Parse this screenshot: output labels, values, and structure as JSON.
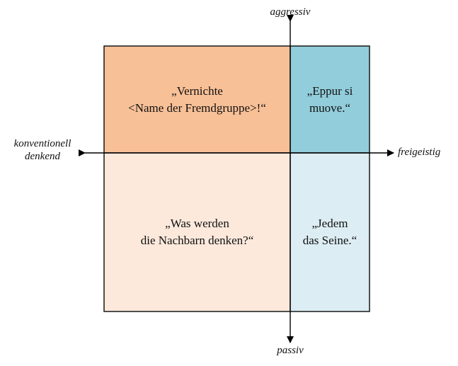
{
  "colors": {
    "top_left_fill": "#f8c097",
    "top_right_fill": "#92cddb",
    "bottom_left_fill": "#fce9dc",
    "bottom_right_fill": "#dcedf3",
    "border": "#1a1a1a",
    "axis": "#000000"
  },
  "axes": {
    "top": "aggressiv",
    "bottom": "passiv",
    "left": "konventionell\ndenkend",
    "right": "freigeistig"
  },
  "quadrants": {
    "top_left": "„Vernichte\n<Name der Fremdgruppe>!“",
    "top_right": "„Eppur si\nmuove.“",
    "bottom_left": "„Was werden\ndie Nachbarn denken?“",
    "bottom_right": "„Jedem\ndas Seine.“"
  }
}
